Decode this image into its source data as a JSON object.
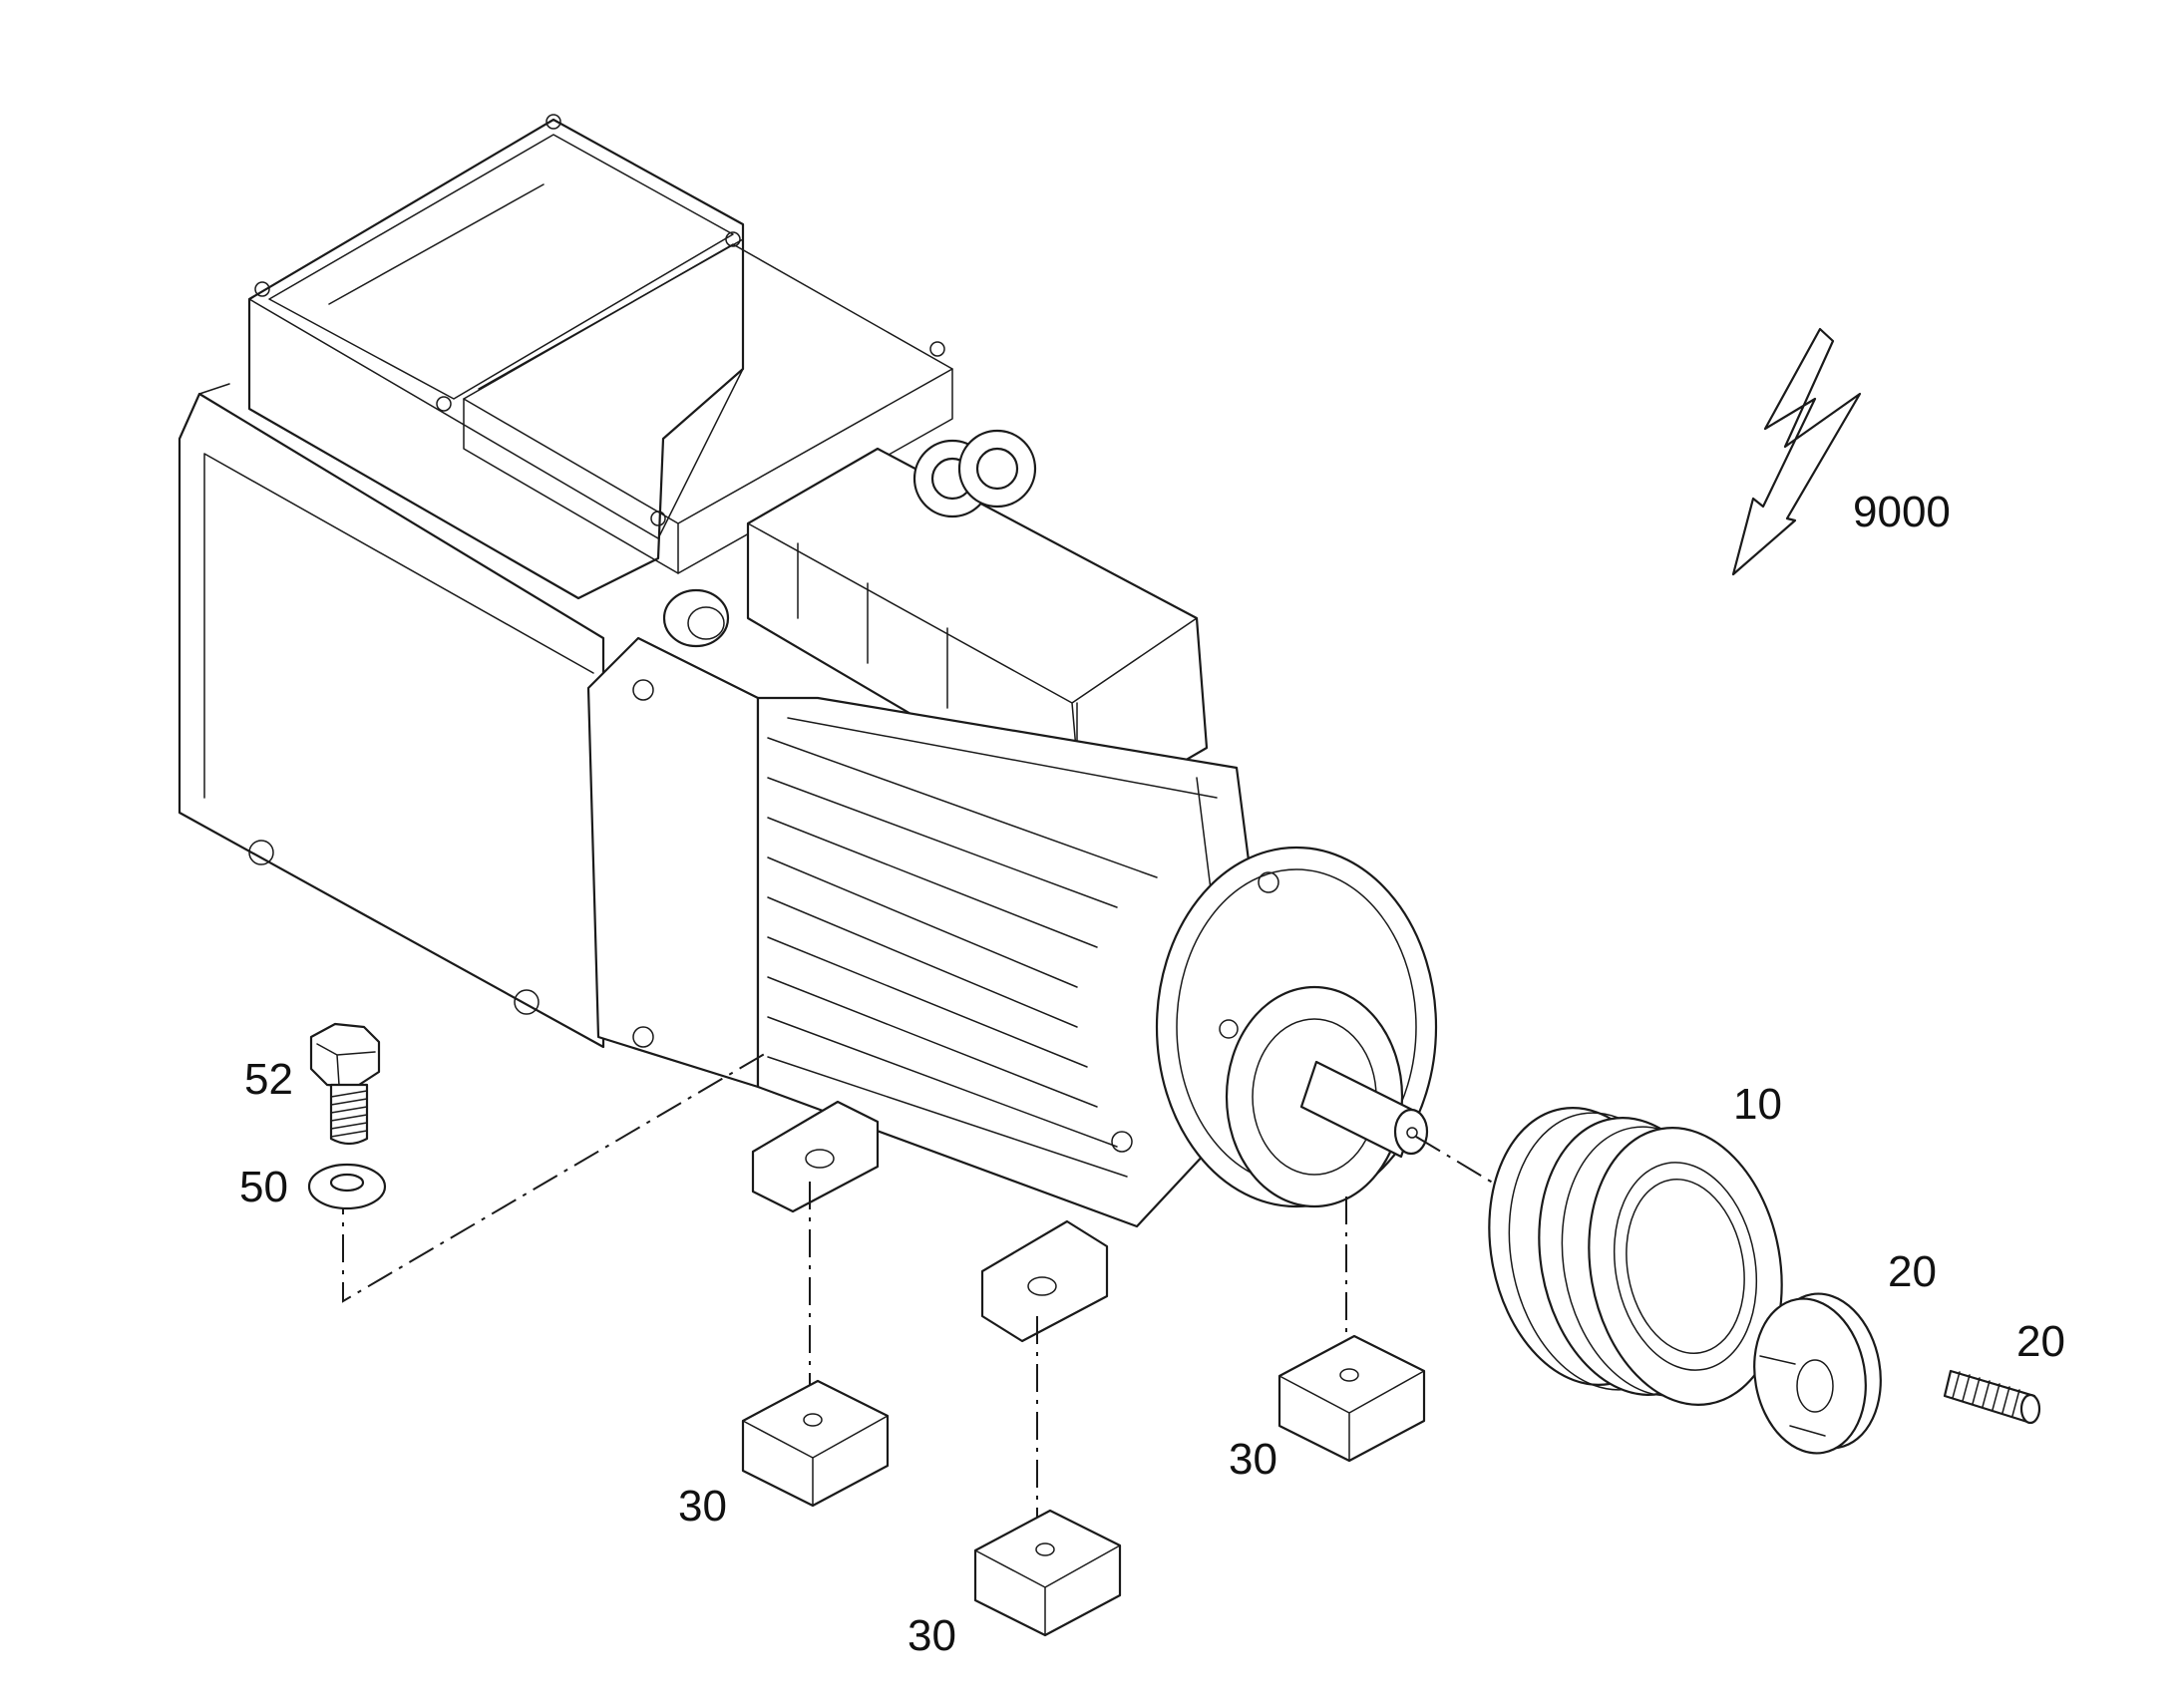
{
  "callouts": {
    "part_52": "52",
    "part_50": "50",
    "part_10": "10",
    "part_20_bushing": "20",
    "part_20_screw": "20",
    "part_30_a": "30",
    "part_30_b": "30",
    "part_30_c": "30",
    "assembly_9000": "9000"
  },
  "icons": [
    "hex-bolt-icon",
    "washer-icon",
    "pulley-icon",
    "taper-bushing-icon",
    "set-screw-icon",
    "rubber-pad-icon",
    "lightning-arrow-icon"
  ]
}
